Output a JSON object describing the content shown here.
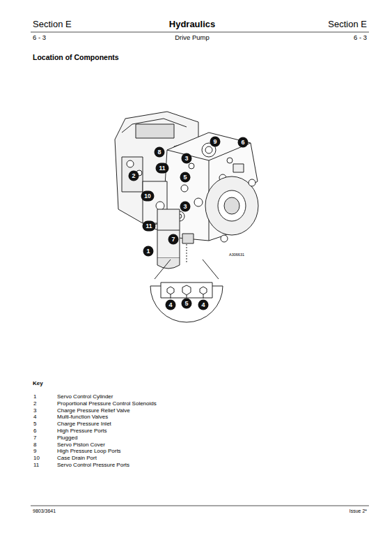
{
  "diagram": {
    "title": "Location of Components",
    "labels": [
      "Section E",
      "Hydraulics",
      "Section E",
      "6 - 3",
      "Drive Pump",
      "6 - 3",
      "9",
      "6",
      "8",
      "3",
      "2",
      "11",
      "5",
      "10",
      "3",
      "11",
      "7",
      "1",
      "A306631",
      "4",
      "5",
      "4",
      "Key",
      "1",
      "Servo Control Cylinder",
      "2",
      "Proportional Pressure Control Solenoids",
      "3",
      "Charge Pressure Relief Valve",
      "4",
      "Multi-function Valves",
      "5",
      "Charge Pressure Inlet",
      "6",
      "High Pressure Ports",
      "7",
      "Plugged",
      "8",
      "Servo Piston Cover",
      "9",
      "High Pressure Loop Ports",
      "10",
      "Case Drain Port",
      "11",
      "Servo Control Pressure Ports",
      "9803/3641",
      "Issue 2*"
    ]
  }
}
